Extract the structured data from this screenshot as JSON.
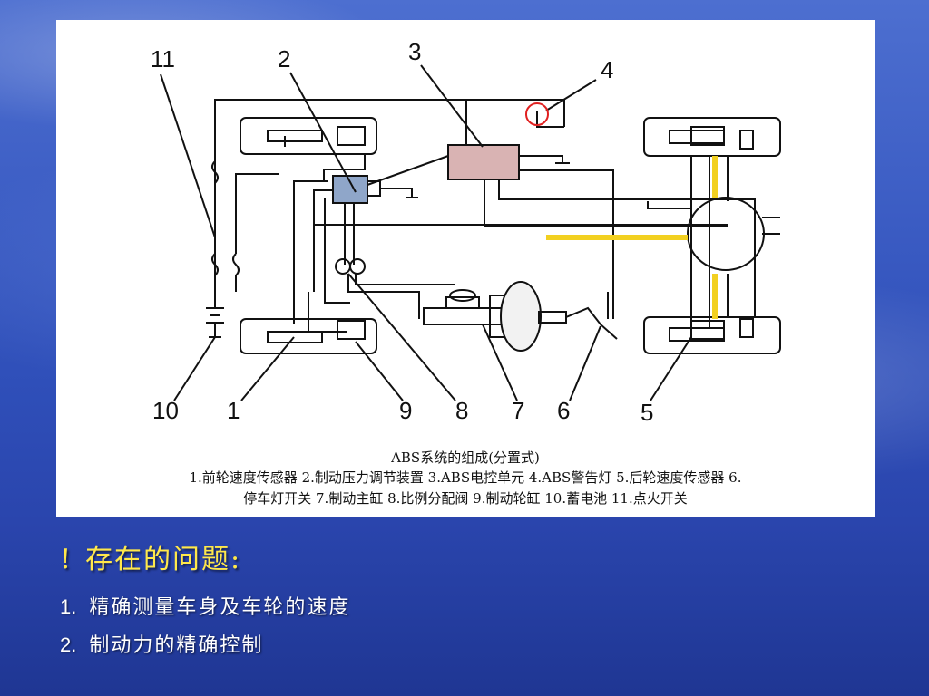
{
  "diagram": {
    "part_numbers": [
      "11",
      "2",
      "3",
      "4",
      "10",
      "1",
      "9",
      "8",
      "7",
      "6",
      "5"
    ],
    "caption_title": "ABS系统的组成(分置式)",
    "caption_line1": "1.前轮速度传感器 2.制动压力调节装置 3.ABS电控单元 4.ABS警告灯 5.后轮速度传感器 6.",
    "caption_line2": "停车灯开关 7.制动主缸 8.比例分配阀 9.制动轮缸 10.蓄电池 11.点火开关"
  },
  "heading": {
    "bullet": "!",
    "text": "存在的问题:"
  },
  "list": [
    {
      "num": "1.",
      "text": "精确测量车身及车轮的速度"
    },
    {
      "num": "2.",
      "text": "制动力的精确控制"
    }
  ],
  "colors": {
    "heading": "#ffe84a",
    "axle": "#f2d020",
    "ecu": "#d9b3b3",
    "lamp": "#e02020"
  }
}
